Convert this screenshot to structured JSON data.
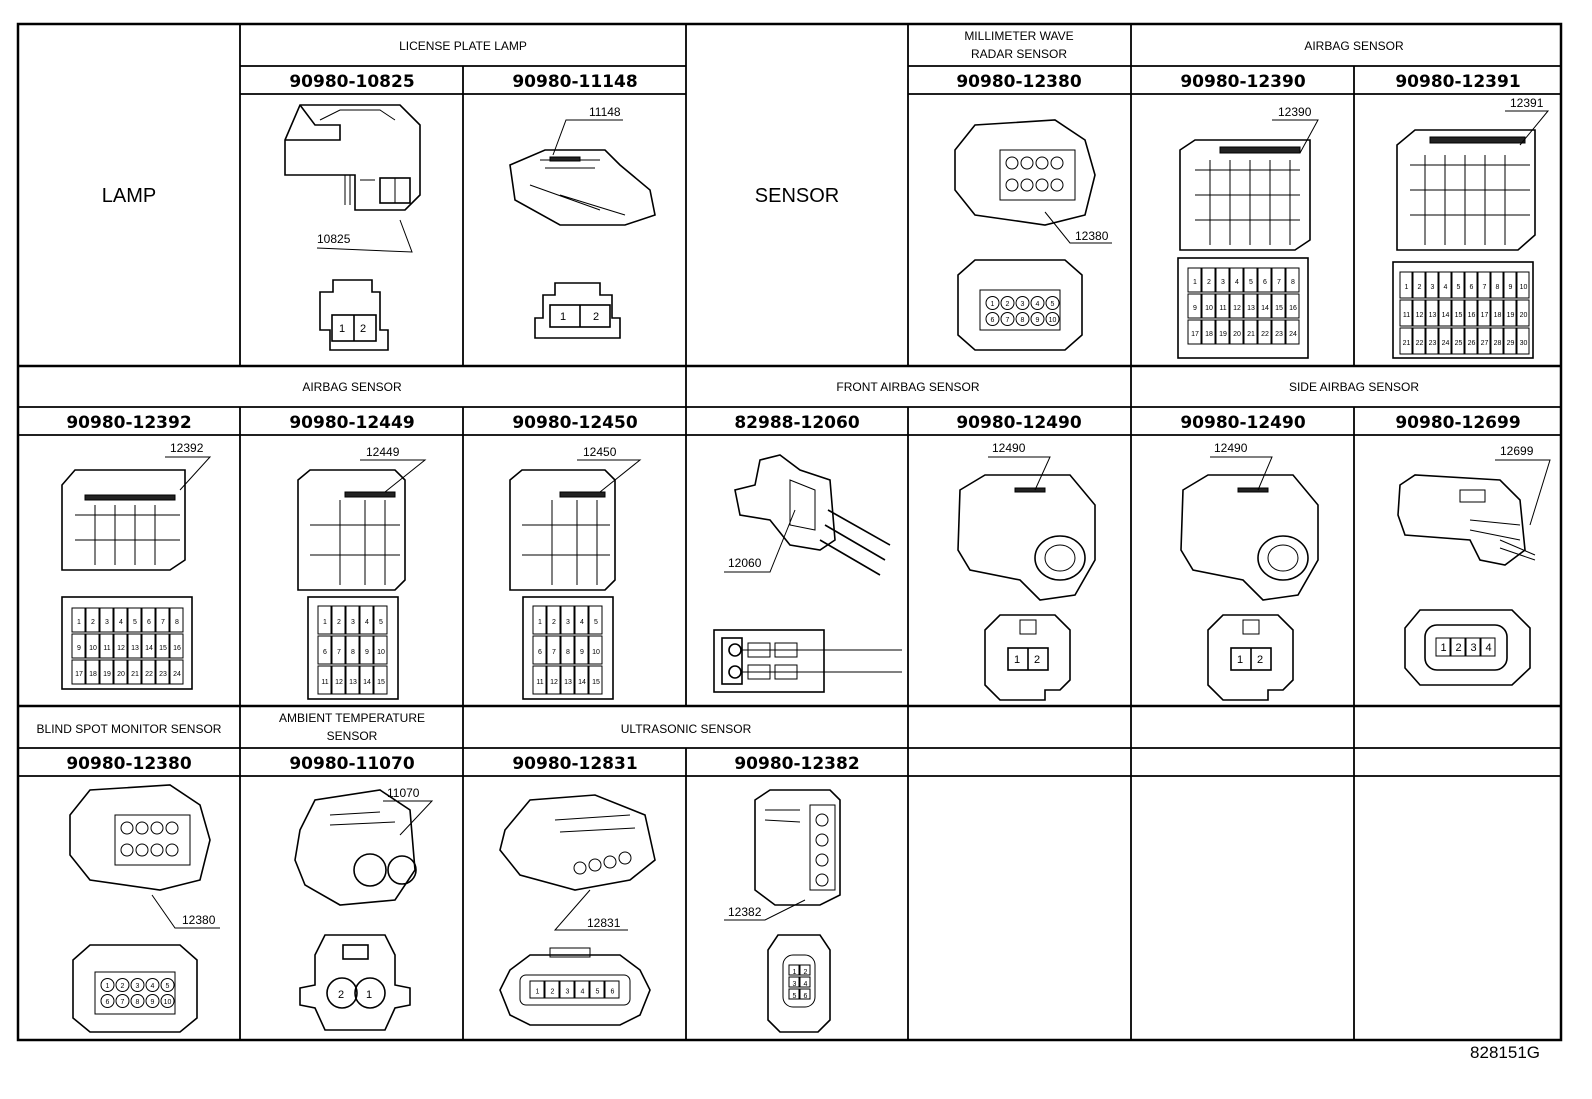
{
  "sections": [
    {
      "id": "lamp",
      "label": "LAMP"
    },
    {
      "id": "sensor",
      "label": "SENSOR"
    }
  ],
  "columns": [
    {
      "id": "r1c2",
      "group": "LICENSE PLATE LAMP",
      "part": "90980-10825",
      "callout": "10825",
      "pins": [
        "1",
        "2"
      ]
    },
    {
      "id": "r1c3",
      "group": "LICENSE PLATE LAMP",
      "part": "90980-11148",
      "callout": "11148",
      "pins": [
        "1",
        "2"
      ]
    },
    {
      "id": "r1c5",
      "group": "MILLIMETER WAVE RADAR SENSOR",
      "part": "90980-12380",
      "callout": "12380",
      "pins": [
        "1",
        "2",
        "3",
        "4",
        "5",
        "6",
        "7",
        "8",
        "9",
        "10"
      ]
    },
    {
      "id": "r1c6",
      "group": "AIRBAG SENSOR",
      "part": "90980-12390",
      "callout": "12390",
      "pins": [
        "1",
        "2",
        "3",
        "4",
        "5",
        "6",
        "7",
        "8",
        "9",
        "10",
        "11",
        "12",
        "13",
        "14",
        "15",
        "16",
        "17",
        "18",
        "19",
        "20",
        "21",
        "22",
        "23",
        "24"
      ]
    },
    {
      "id": "r1c7",
      "group": "AIRBAG SENSOR",
      "part": "90980-12391",
      "callout": "12391",
      "pins": [
        "1",
        "2",
        "3",
        "4",
        "5",
        "6",
        "7",
        "8",
        "9",
        "10",
        "11",
        "12",
        "13",
        "14",
        "15",
        "16",
        "17",
        "18",
        "19",
        "20",
        "21",
        "22",
        "23",
        "24",
        "25",
        "26",
        "27",
        "28",
        "29",
        "30"
      ]
    },
    {
      "id": "r2c1",
      "group": "AIRBAG SENSOR",
      "part": "90980-12392",
      "callout": "12392",
      "pins": [
        "1",
        "2",
        "3",
        "4",
        "5",
        "6",
        "7",
        "8",
        "9",
        "10",
        "11",
        "12",
        "13",
        "14",
        "15",
        "16",
        "17",
        "18",
        "19",
        "20",
        "21",
        "22",
        "23",
        "24"
      ]
    },
    {
      "id": "r2c2",
      "group": "AIRBAG SENSOR",
      "part": "90980-12449",
      "callout": "12449",
      "pins": [
        "1",
        "2",
        "3",
        "4",
        "5",
        "6",
        "7",
        "8",
        "9",
        "10",
        "11",
        "12",
        "13",
        "14",
        "15"
      ]
    },
    {
      "id": "r2c3",
      "group": "AIRBAG SENSOR",
      "part": "90980-12450",
      "callout": "12450",
      "pins": [
        "1",
        "2",
        "3",
        "4",
        "5",
        "6",
        "7",
        "8",
        "9",
        "10",
        "11",
        "12",
        "13",
        "14",
        "15"
      ]
    },
    {
      "id": "r2c4",
      "group": "FRONT AIRBAG SENSOR",
      "part": "82988-12060",
      "callout": "12060",
      "pins": []
    },
    {
      "id": "r2c5",
      "group": "FRONT AIRBAG SENSOR",
      "part": "90980-12490",
      "callout": "12490",
      "pins": [
        "1",
        "2"
      ]
    },
    {
      "id": "r2c6",
      "group": "SIDE AIRBAG SENSOR",
      "part": "90980-12490",
      "callout": "12490",
      "pins": [
        "1",
        "2"
      ]
    },
    {
      "id": "r2c7",
      "group": "SIDE AIRBAG SENSOR",
      "part": "90980-12699",
      "callout": "12699",
      "pins": [
        "1",
        "2",
        "3",
        "4"
      ]
    },
    {
      "id": "r3c1",
      "group": "BLIND SPOT MONITOR SENSOR",
      "part": "90980-12380",
      "callout": "12380",
      "pins": [
        "1",
        "2",
        "3",
        "4",
        "5",
        "6",
        "7",
        "8",
        "9",
        "10"
      ]
    },
    {
      "id": "r3c2",
      "group": "AMBIENT TEMPERATURE SENSOR",
      "part": "90980-11070",
      "callout": "11070",
      "pins": [
        "2",
        "1"
      ]
    },
    {
      "id": "r3c3",
      "group": "ULTRASONIC SENSOR",
      "part": "90980-12831",
      "callout": "12831",
      "pins": [
        "1",
        "2",
        "3",
        "4",
        "5",
        "6"
      ]
    },
    {
      "id": "r3c4",
      "group": "ULTRASONIC SENSOR",
      "part": "90980-12382",
      "callout": "12382",
      "pins": [
        "1",
        "2",
        "3",
        "4",
        "5",
        "6"
      ]
    }
  ],
  "group_headers": {
    "license_plate_lamp": "LICENSE PLATE LAMP",
    "mmw_line1": "MILLIMETER WAVE",
    "mmw_line2": "RADAR SENSOR",
    "airbag_r1": "AIRBAG SENSOR",
    "airbag_r2": "AIRBAG SENSOR",
    "front_airbag": "FRONT AIRBAG SENSOR",
    "side_airbag": "SIDE AIRBAG SENSOR",
    "blind_spot": "BLIND SPOT MONITOR SENSOR",
    "ambient_line1": "AMBIENT TEMPERATURE",
    "ambient_line2": "SENSOR",
    "ultrasonic": "ULTRASONIC SENSOR"
  },
  "footer_code": "828151G"
}
